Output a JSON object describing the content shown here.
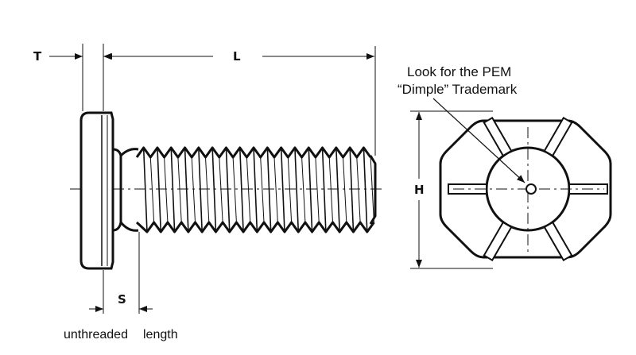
{
  "dimensions": {
    "T": "T",
    "L": "L",
    "H": "H",
    "S": "S"
  },
  "callout": {
    "line1": "Look for the PEM",
    "line2": "“Dimple” Trademark"
  },
  "caption": {
    "word1": "unthreaded",
    "word2": "length"
  },
  "colors": {
    "ink": "#111111",
    "background": "#ffffff"
  }
}
